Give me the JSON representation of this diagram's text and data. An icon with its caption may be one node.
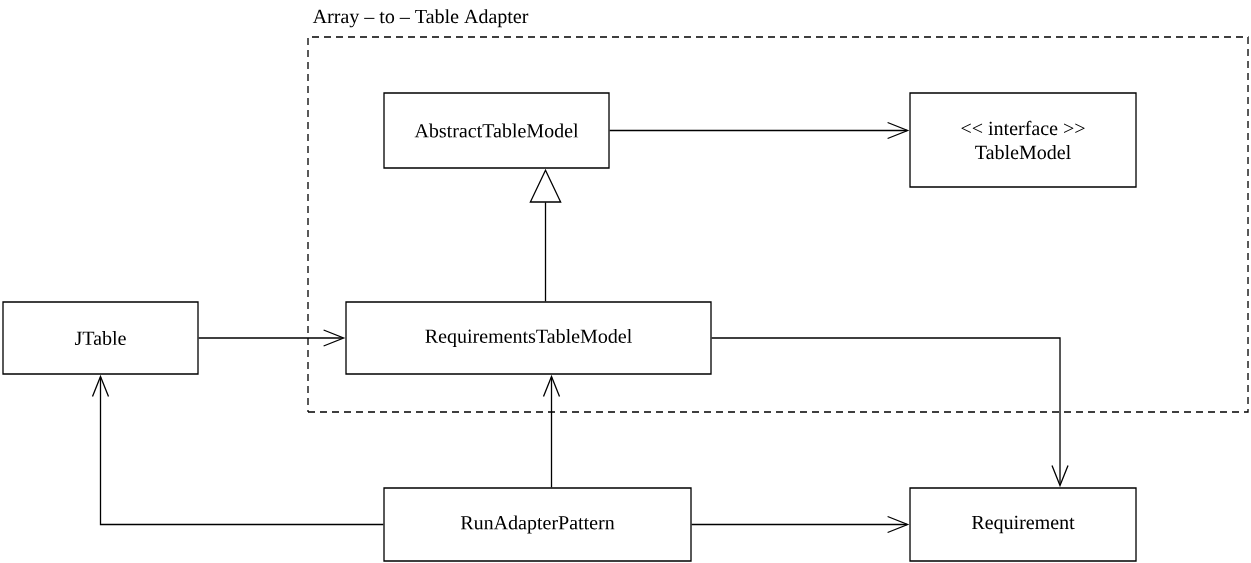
{
  "diagram": {
    "nodes": [
      {
        "text": [
          "Array – to – Table Adapter"
        ]
      },
      {
        "text": [
          "AbstractTableModel"
        ],
        "in": 0
      },
      {
        "text": [
          "<< interface >>",
          "TableModel"
        ],
        "in": 0
      },
      {
        "text": [
          "JTable"
        ]
      },
      {
        "text": [
          "RequirementsTableModel"
        ],
        "in": 0
      },
      {
        "text": [
          "RunAdapterPattern"
        ]
      },
      {
        "text": [
          "Requirement"
        ]
      }
    ],
    "edges": [
      {
        "from": 1,
        "to": 2,
        "arrow": "to"
      },
      {
        "from": 4,
        "to": 1,
        "arrow": "to"
      },
      {
        "from": 3,
        "to": 4,
        "arrow": "to"
      },
      {
        "from": 4,
        "to": 6,
        "arrow": "to"
      },
      {
        "from": 5,
        "to": 4,
        "arrow": "to"
      },
      {
        "from": 5,
        "to": 3,
        "arrow": "to"
      },
      {
        "from": 5,
        "to": 6,
        "arrow": "to"
      }
    ]
  }
}
